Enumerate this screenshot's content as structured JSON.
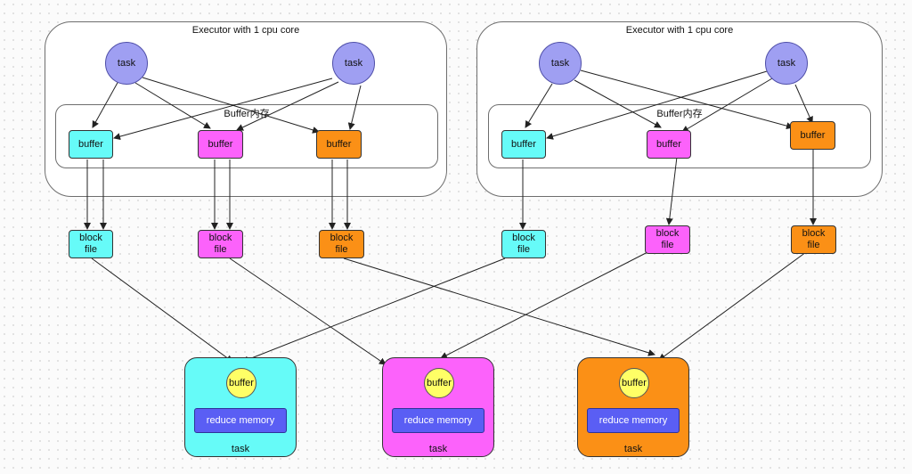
{
  "executors": [
    {
      "title": "Executor with 1 cpu core",
      "buffer_region_label": "Buffer内存"
    },
    {
      "title": "Executor with 1 cpu core",
      "buffer_region_label": "Buffer内存"
    }
  ],
  "labels": {
    "task": "task",
    "buffer": "buffer",
    "block_file": "block\nfile",
    "reduce_memory": "reduce memory",
    "reducer_task": "task",
    "reducer_buffer": "buffer"
  },
  "colors": {
    "cyan": "#66fbf8",
    "magenta": "#fc62fb",
    "orange": "#fb9016",
    "task": "#9f9ff2",
    "reduce_memory": "#5a5ef4",
    "reducer_buffer": "#ffff66"
  },
  "shuffle_structure": {
    "executor_count": 2,
    "map_tasks_per_executor": 2,
    "buffers_per_executor": 3,
    "reduce_tasks": 3,
    "partition_colors": [
      "cyan",
      "magenta",
      "orange"
    ]
  }
}
